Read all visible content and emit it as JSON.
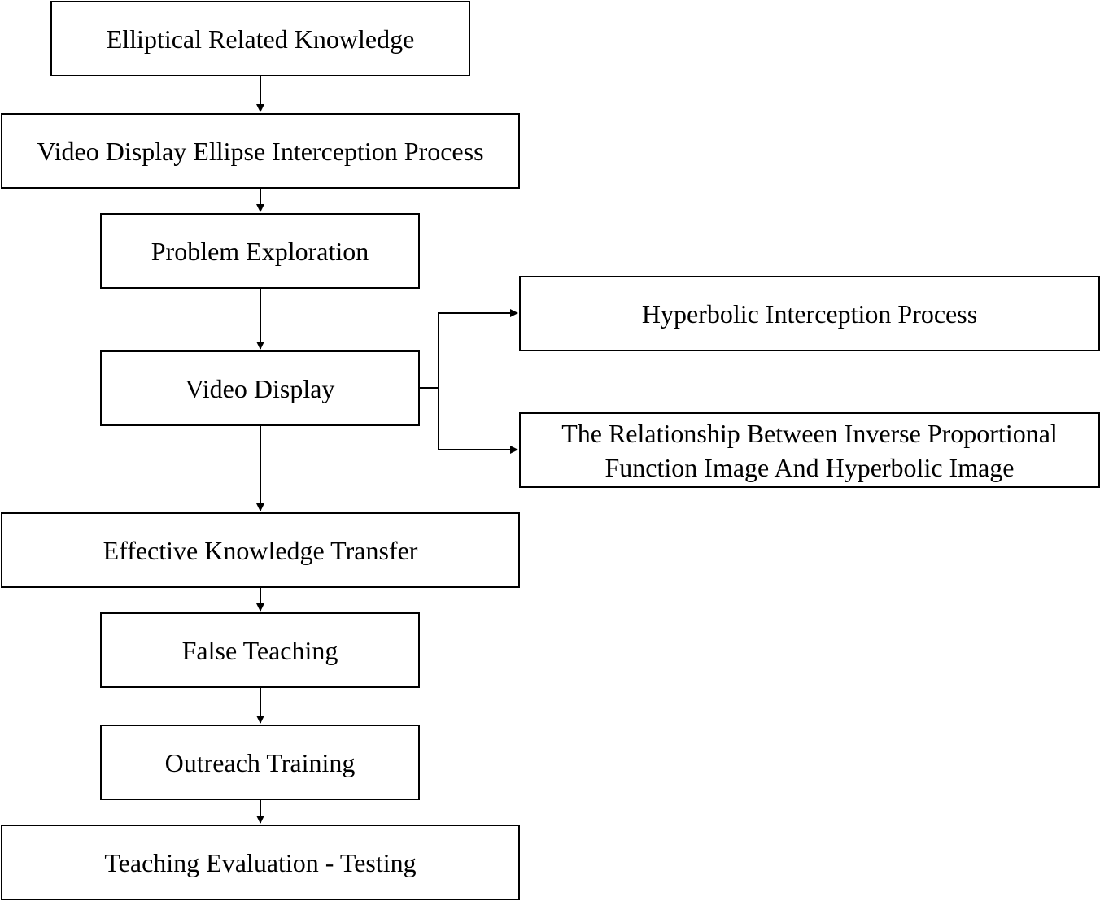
{
  "diagram": {
    "nodes": {
      "elliptical": "Elliptical Related Knowledge",
      "video_ellipse": "Video Display Ellipse Interception Process",
      "problem": "Problem Exploration",
      "video_display": "Video Display",
      "hyperbolic": "Hyperbolic Interception Process",
      "relationship_line1": "The Relationship Between Inverse Proportional",
      "relationship_line2": "Function Image And Hyperbolic Image",
      "effective": "Effective Knowledge Transfer",
      "false_teaching": "False Teaching",
      "outreach": "Outreach Training",
      "evaluation": "Teaching Evaluation - Testing"
    },
    "edges": [
      {
        "from": "elliptical",
        "to": "video_ellipse"
      },
      {
        "from": "video_ellipse",
        "to": "problem"
      },
      {
        "from": "problem",
        "to": "video_display"
      },
      {
        "from": "video_display",
        "to": "hyperbolic"
      },
      {
        "from": "video_display",
        "to": "relationship"
      },
      {
        "from": "video_display",
        "to": "effective"
      },
      {
        "from": "effective",
        "to": "false_teaching"
      },
      {
        "from": "false_teaching",
        "to": "outreach"
      },
      {
        "from": "outreach",
        "to": "evaluation"
      }
    ],
    "line_color": "#000000"
  }
}
